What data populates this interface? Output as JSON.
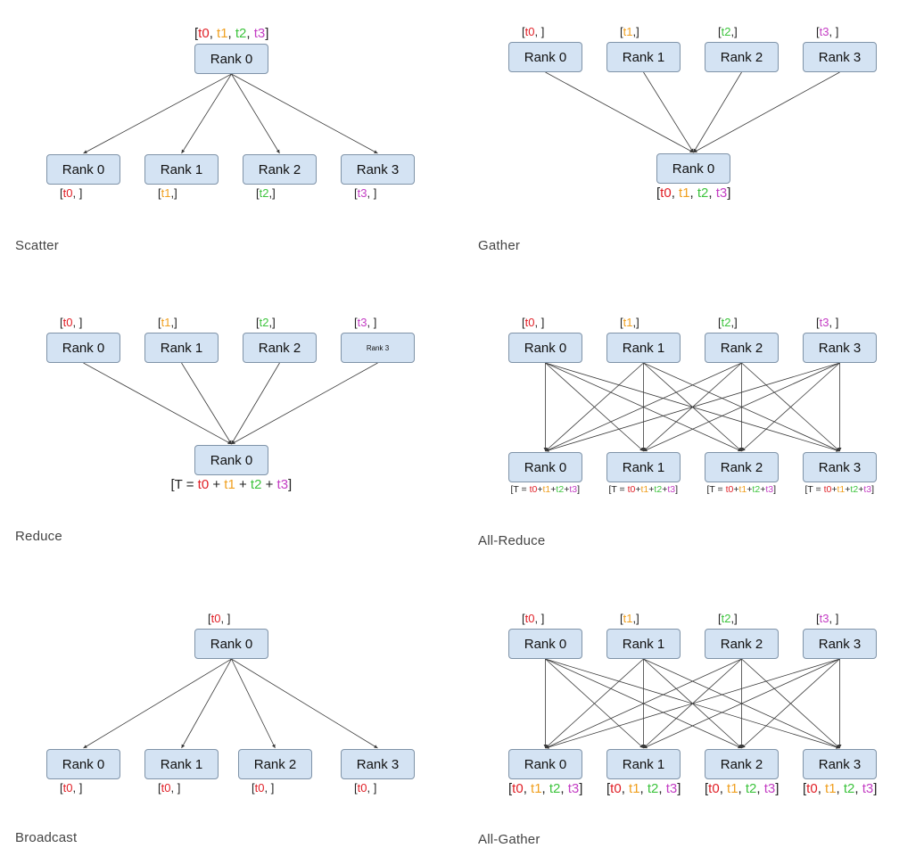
{
  "token_colors": {
    "t0": "#e01f26",
    "t1": "#f0a020",
    "t2": "#3ec43e",
    "t3": "#c43ec4",
    "T": "#222222"
  },
  "palette": {
    "node_fill": "#d4e3f3",
    "node_border": "#7f93a8",
    "edge": "#3a3a3a"
  },
  "diagrams": [
    {
      "id": "scatter",
      "caption": "Scatter",
      "nodes": [
        {
          "label": "Rank 0",
          "data": [
            [
              "[",
              ""
            ],
            [
              "t0",
              "t0"
            ],
            [
              ", ",
              ""
            ],
            [
              "t1",
              "t1"
            ],
            [
              ", ",
              ""
            ],
            [
              "t2",
              "t2"
            ],
            [
              ", ",
              ""
            ],
            [
              "t3",
              "t3"
            ],
            [
              "]",
              ""
            ]
          ]
        },
        {
          "label": "Rank 0",
          "data": [
            [
              "[",
              ""
            ],
            [
              "t0",
              "t0"
            ],
            [
              ", ]",
              ""
            ]
          ]
        },
        {
          "label": "Rank 1",
          "data": [
            [
              "[",
              ""
            ],
            [
              "t1",
              "t1"
            ],
            [
              ",]",
              ""
            ]
          ]
        },
        {
          "label": "Rank 2",
          "data": [
            [
              "[",
              ""
            ],
            [
              "t2",
              "t2"
            ],
            [
              ",]",
              ""
            ]
          ]
        },
        {
          "label": "Rank 3",
          "data": [
            [
              "[",
              ""
            ],
            [
              "t3",
              "t3"
            ],
            [
              ", ]",
              ""
            ]
          ]
        }
      ]
    },
    {
      "id": "gather",
      "caption": "Gather",
      "nodes": [
        {
          "label": "Rank 0",
          "data": [
            [
              "[",
              ""
            ],
            [
              "t0",
              "t0"
            ],
            [
              ", ]",
              ""
            ]
          ]
        },
        {
          "label": "Rank 1",
          "data": [
            [
              "[",
              ""
            ],
            [
              "t1",
              "t1"
            ],
            [
              ",]",
              ""
            ]
          ]
        },
        {
          "label": "Rank 2",
          "data": [
            [
              "[",
              ""
            ],
            [
              "t2",
              "t2"
            ],
            [
              ",]",
              ""
            ]
          ]
        },
        {
          "label": "Rank 3",
          "data": [
            [
              "[",
              ""
            ],
            [
              "t3",
              "t3"
            ],
            [
              ", ]",
              ""
            ]
          ]
        },
        {
          "label": "Rank 0",
          "data": [
            [
              "[",
              ""
            ],
            [
              "t0",
              "t0"
            ],
            [
              ", ",
              ""
            ],
            [
              "t1",
              "t1"
            ],
            [
              ", ",
              ""
            ],
            [
              "t2",
              "t2"
            ],
            [
              ", ",
              ""
            ],
            [
              "t3",
              "t3"
            ],
            [
              "]",
              ""
            ]
          ]
        }
      ]
    },
    {
      "id": "reduce",
      "caption": "Reduce",
      "nodes": [
        {
          "label": "Rank 0",
          "data": [
            [
              "[",
              ""
            ],
            [
              "t0",
              "t0"
            ],
            [
              ", ]",
              ""
            ]
          ]
        },
        {
          "label": "Rank 1",
          "data": [
            [
              "[",
              ""
            ],
            [
              "t1",
              "t1"
            ],
            [
              ",]",
              ""
            ]
          ]
        },
        {
          "label": "Rank 2",
          "data": [
            [
              "[",
              ""
            ],
            [
              "t2",
              "t2"
            ],
            [
              ",]",
              ""
            ]
          ]
        },
        {
          "label": "Rank 3",
          "data": [
            [
              "[",
              ""
            ],
            [
              "t3",
              "t3"
            ],
            [
              ", ]",
              ""
            ]
          ]
        },
        {
          "label": "Rank 0",
          "data": [
            [
              "[T = ",
              ""
            ],
            [
              "t0",
              "t0"
            ],
            [
              " + ",
              ""
            ],
            [
              "t1",
              "t1"
            ],
            [
              " + ",
              ""
            ],
            [
              "t2",
              "t2"
            ],
            [
              " + ",
              ""
            ],
            [
              "t3",
              "t3"
            ],
            [
              "]",
              ""
            ]
          ]
        }
      ]
    },
    {
      "id": "all-reduce",
      "caption": "All-Reduce",
      "nodes": [
        {
          "label": "Rank 0",
          "data": [
            [
              "[",
              ""
            ],
            [
              "t0",
              "t0"
            ],
            [
              ", ]",
              ""
            ]
          ]
        },
        {
          "label": "Rank 1",
          "data": [
            [
              "[",
              ""
            ],
            [
              "t1",
              "t1"
            ],
            [
              ",]",
              ""
            ]
          ]
        },
        {
          "label": "Rank 2",
          "data": [
            [
              "[",
              ""
            ],
            [
              "t2",
              "t2"
            ],
            [
              ",]",
              ""
            ]
          ]
        },
        {
          "label": "Rank 3",
          "data": [
            [
              "[",
              ""
            ],
            [
              "t3",
              "t3"
            ],
            [
              ", ]",
              ""
            ]
          ]
        },
        {
          "label": "Rank 0",
          "data": [
            [
              "[T = ",
              ""
            ],
            [
              "t0",
              "t0"
            ],
            [
              "+",
              ""
            ],
            [
              "t1",
              "t1"
            ],
            [
              "+",
              ""
            ],
            [
              "t2",
              "t2"
            ],
            [
              "+",
              ""
            ],
            [
              "t3",
              "t3"
            ],
            [
              "]",
              ""
            ]
          ]
        },
        {
          "label": "Rank 1",
          "data": [
            [
              "[T = ",
              ""
            ],
            [
              "t0",
              "t0"
            ],
            [
              "+",
              ""
            ],
            [
              "t1",
              "t1"
            ],
            [
              "+",
              ""
            ],
            [
              "t2",
              "t2"
            ],
            [
              "+",
              ""
            ],
            [
              "t3",
              "t3"
            ],
            [
              "]",
              ""
            ]
          ]
        },
        {
          "label": "Rank 2",
          "data": [
            [
              "[T = ",
              ""
            ],
            [
              "t0",
              "t0"
            ],
            [
              "+",
              ""
            ],
            [
              "t1",
              "t1"
            ],
            [
              "+",
              ""
            ],
            [
              "t2",
              "t2"
            ],
            [
              "+",
              ""
            ],
            [
              "t3",
              "t3"
            ],
            [
              "]",
              ""
            ]
          ]
        },
        {
          "label": "Rank 3",
          "data": [
            [
              "[T = ",
              ""
            ],
            [
              "t0",
              "t0"
            ],
            [
              "+",
              ""
            ],
            [
              "t1",
              "t1"
            ],
            [
              "+",
              ""
            ],
            [
              "t2",
              "t2"
            ],
            [
              "+",
              ""
            ],
            [
              "t3",
              "t3"
            ],
            [
              "]",
              ""
            ]
          ]
        }
      ]
    },
    {
      "id": "broadcast",
      "caption": "Broadcast",
      "nodes": [
        {
          "label": "Rank 0",
          "data": [
            [
              "[",
              ""
            ],
            [
              "t0",
              "t0"
            ],
            [
              ", ]",
              ""
            ]
          ]
        },
        {
          "label": "Rank 0",
          "data": [
            [
              "[",
              ""
            ],
            [
              "t0",
              "t0"
            ],
            [
              ", ]",
              ""
            ]
          ]
        },
        {
          "label": "Rank 1",
          "data": [
            [
              "[",
              ""
            ],
            [
              "t0",
              "t0"
            ],
            [
              ", ]",
              ""
            ]
          ]
        },
        {
          "label": "Rank 2",
          "data": [
            [
              "[",
              ""
            ],
            [
              "t0",
              "t0"
            ],
            [
              ", ]",
              ""
            ]
          ]
        },
        {
          "label": "Rank 3",
          "data": [
            [
              "[",
              ""
            ],
            [
              "t0",
              "t0"
            ],
            [
              ", ]",
              ""
            ]
          ]
        }
      ]
    },
    {
      "id": "all-gather",
      "caption": "All-Gather",
      "nodes": [
        {
          "label": "Rank 0",
          "data": [
            [
              "[",
              ""
            ],
            [
              "t0",
              "t0"
            ],
            [
              ", ]",
              ""
            ]
          ]
        },
        {
          "label": "Rank 1",
          "data": [
            [
              "[",
              ""
            ],
            [
              "t1",
              "t1"
            ],
            [
              ",]",
              ""
            ]
          ]
        },
        {
          "label": "Rank 2",
          "data": [
            [
              "[",
              ""
            ],
            [
              "t2",
              "t2"
            ],
            [
              ",]",
              ""
            ]
          ]
        },
        {
          "label": "Rank 3",
          "data": [
            [
              "[",
              ""
            ],
            [
              "t3",
              "t3"
            ],
            [
              ", ]",
              ""
            ]
          ]
        },
        {
          "label": "Rank 0",
          "data": [
            [
              "[",
              ""
            ],
            [
              "t0",
              "t0"
            ],
            [
              ", ",
              ""
            ],
            [
              "t1",
              "t1"
            ],
            [
              ", ",
              ""
            ],
            [
              "t2",
              "t2"
            ],
            [
              ", ",
              ""
            ],
            [
              "t3",
              "t3"
            ],
            [
              "]",
              ""
            ]
          ]
        },
        {
          "label": "Rank 1",
          "data": [
            [
              "[",
              ""
            ],
            [
              "t0",
              "t0"
            ],
            [
              ", ",
              ""
            ],
            [
              "t1",
              "t1"
            ],
            [
              ", ",
              ""
            ],
            [
              "t2",
              "t2"
            ],
            [
              ", ",
              ""
            ],
            [
              "t3",
              "t3"
            ],
            [
              "]",
              ""
            ]
          ]
        },
        {
          "label": "Rank 2",
          "data": [
            [
              "[",
              ""
            ],
            [
              "t0",
              "t0"
            ],
            [
              ", ",
              ""
            ],
            [
              "t1",
              "t1"
            ],
            [
              ", ",
              ""
            ],
            [
              "t2",
              "t2"
            ],
            [
              ", ",
              ""
            ],
            [
              "t3",
              "t3"
            ],
            [
              "]",
              ""
            ]
          ]
        },
        {
          "label": "Rank 3",
          "data": [
            [
              "[",
              ""
            ],
            [
              "t0",
              "t0"
            ],
            [
              ", ",
              ""
            ],
            [
              "t1",
              "t1"
            ],
            [
              ", ",
              ""
            ],
            [
              "t2",
              "t2"
            ],
            [
              ", ",
              ""
            ],
            [
              "t3",
              "t3"
            ],
            [
              "]",
              ""
            ]
          ]
        }
      ]
    }
  ]
}
